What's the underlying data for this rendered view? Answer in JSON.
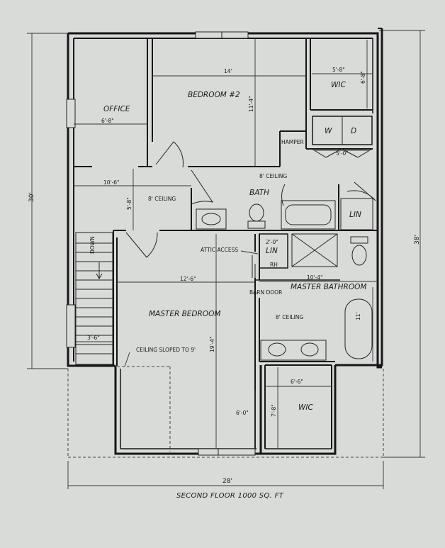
{
  "plan": {
    "caption": "SECOND FLOOR 1000 SQ. FT",
    "overall": {
      "width_28": "28'",
      "height_30": "30'",
      "height_38": "38'"
    },
    "rooms": {
      "office": "OFFICE",
      "bedroom2": "BEDROOM #2",
      "wic_top": "WIC",
      "bath": "BATH",
      "master_bedroom": "MASTER BEDROOM",
      "master_bathroom": "MASTER BATHROOM",
      "wic_bottom": "WIC",
      "lin_small": "LIN",
      "lin_bath": "LIN"
    },
    "fixtures": {
      "washer": "W",
      "dryer": "D",
      "hamper": "HAMPER",
      "down": "DOWN",
      "rh": "RH"
    },
    "notes": {
      "attic_access": "ATTIC ACCESS",
      "barn_door": "BARN DOOR",
      "ceiling_sloped": "CEILING SLOPED TO 9'",
      "ceiling_bath": "8' CEILING",
      "ceiling_hall": "8' CEILING",
      "ceiling_master_bath": "8' CEILING"
    },
    "dimensions": {
      "office_width": "6'-8\"",
      "bedroom2_width": "14'",
      "bedroom2_height": "11'-4\"",
      "wic_top_width": "5'-8\"",
      "wic_top_height": "6'-8\"",
      "laundry_width": "5'-0\"",
      "hall_width": "10'-6\"",
      "hall_height": "5'-8\"",
      "lin_width": "2'-0\"",
      "master_width": "12'-6\"",
      "master_height": "19'-4\"",
      "master_bath_width": "10'-4\"",
      "tub_length": "11'",
      "stair_width": "3'-6\"",
      "wic_bottom_width": "6'-6\"",
      "wic_bottom_height": "7'-8\"",
      "wic_bottom_offset": "6'-0\""
    }
  }
}
